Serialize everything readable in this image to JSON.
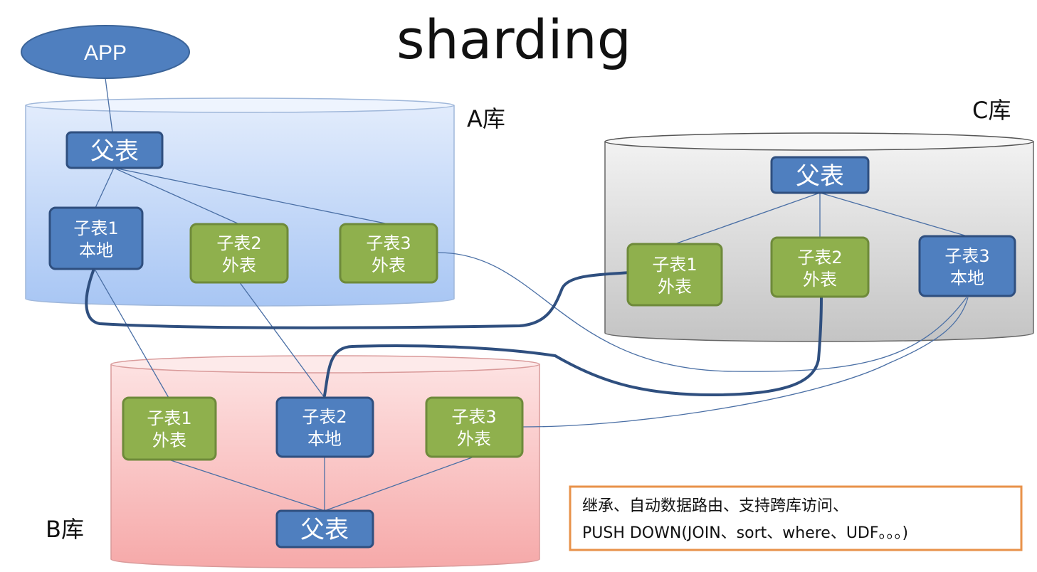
{
  "title": "sharding",
  "app": {
    "label": "APP"
  },
  "databases": {
    "a": {
      "label": "A库"
    },
    "b": {
      "label": "B库"
    },
    "c": {
      "label": "C库"
    }
  },
  "nodes": {
    "a_parent": "父表",
    "a_child1": [
      "子表1",
      "本地"
    ],
    "a_child2": [
      "子表2",
      "外表"
    ],
    "a_child3": [
      "子表3",
      "外表"
    ],
    "b_parent": "父表",
    "b_child1": [
      "子表1",
      "外表"
    ],
    "b_child2": [
      "子表2",
      "本地"
    ],
    "b_child3": [
      "子表3",
      "外表"
    ],
    "c_parent": "父表",
    "c_child1": [
      "子表1",
      "外表"
    ],
    "c_child2": [
      "子表2",
      "外表"
    ],
    "c_child3": [
      "子表3",
      "本地"
    ]
  },
  "note": {
    "line1": "继承、自动数据路由、支持跨库访问、",
    "line2": "PUSH DOWN(JOIN、sort、where、UDF。。。)"
  },
  "colors": {
    "local_table": "#4f7fbf",
    "foreign_table": "#8fb04d",
    "db_a": "#c9dcf8",
    "db_b": "#f7c4c4",
    "db_c": "#dcdcdc",
    "note_border": "#e8924a"
  }
}
